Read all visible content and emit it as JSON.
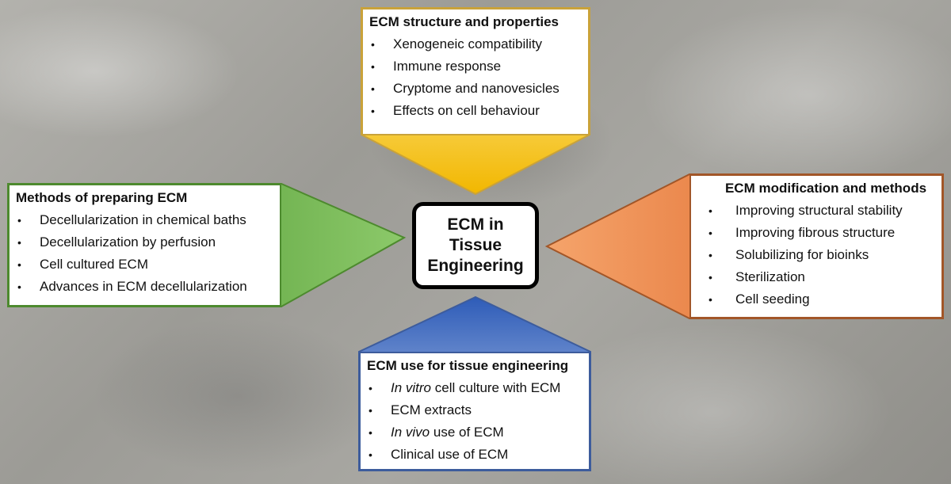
{
  "center": {
    "line1": "ECM in",
    "line2": "Tissue",
    "line3": "Engineering"
  },
  "top": {
    "title": "ECM structure and properties",
    "items": [
      "Xenogeneic compatibility",
      "Immune response",
      "Cryptome and nanovesicles",
      "Effects on cell behaviour"
    ],
    "color": "#f2b700"
  },
  "left": {
    "title": "Methods of preparing ECM",
    "items": [
      "Decellularization in chemical baths",
      "Decellularization by perfusion",
      "Cell cultured ECM",
      "Advances in ECM decellularization"
    ],
    "color": "#5aa434"
  },
  "right": {
    "title": "ECM modification and methods",
    "items": [
      "Improving structural stability",
      "Improving fibrous structure",
      "Solubilizing for bioinks",
      "Sterilization",
      "Cell seeding"
    ],
    "color": "#ee7a2e"
  },
  "bottom": {
    "title": "ECM use for tissue engineering",
    "items": [
      {
        "italic": "In vitro",
        "rest": " cell culture with ECM"
      },
      {
        "italic": "",
        "rest": "ECM extracts"
      },
      {
        "italic": "In vivo",
        "rest": " use of ECM"
      },
      {
        "italic": "",
        "rest": "Clinical use of ECM"
      }
    ],
    "color": "#4470c4"
  }
}
